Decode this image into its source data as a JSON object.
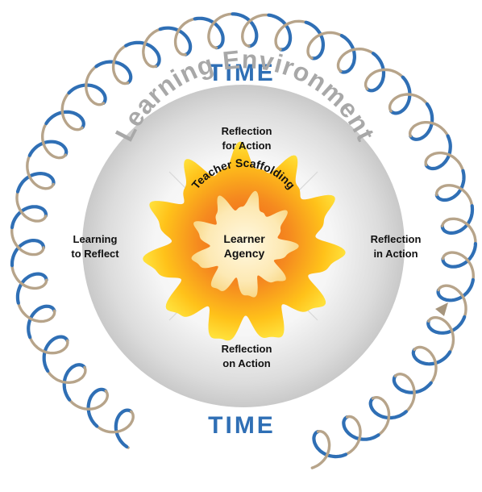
{
  "diagram": {
    "time_label_top": "TIME",
    "time_label_bottom": "TIME",
    "environment_label": "Learning Environment",
    "scaffolding_label": "Teacher Scaffolding",
    "agency_label_line1": "Learner",
    "agency_label_line2": "Agency",
    "quadrants": {
      "top": {
        "line1": "Reflection",
        "line2": "for Action"
      },
      "right": {
        "line1": "Reflection",
        "line2": "in Action"
      },
      "bottom": {
        "line1": "Reflection",
        "line2": "on Action"
      },
      "left": {
        "line1": "Learning",
        "line2": "to Reflect"
      }
    }
  },
  "colors": {
    "spiral_blue": "#2f6fb5",
    "spiral_tan": "#b7a48a",
    "time_blue": "#2f6fb5",
    "environment_gray": "#a8a8a8",
    "sun_yellow": "#ffd21f",
    "sun_orange": "#f58a1f",
    "core_cream": "#fde9b4",
    "text_dark": "#111111"
  }
}
